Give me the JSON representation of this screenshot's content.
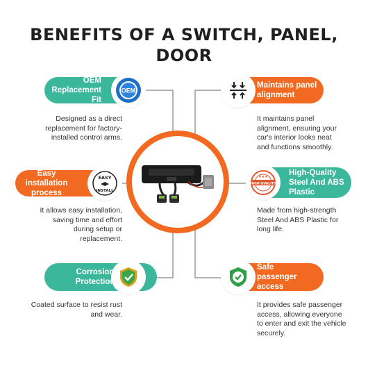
{
  "title": {
    "line1": "BENEFITS OF A SWITCH, PANEL,",
    "line2": "DOOR"
  },
  "benefits": [
    {
      "title": "OEM Replacement Fit",
      "desc": "Designed as a direct replacement for factory-installed control arms.",
      "icon": "oem-badge-icon",
      "icon_text": "OEM",
      "color": "#3bb79c"
    },
    {
      "title": "Maintains panel alignment",
      "desc": "It maintains panel alignment, ensuring your car's interior looks neat and functions smoothly.",
      "icon": "alignment-arrows-icon",
      "color": "#f26a21"
    },
    {
      "title": "Easy installation process",
      "desc": "It allows easy installation, saving time and effort during setup or replacement.",
      "icon": "easy-install-icon",
      "icon_text_top": "EASY",
      "icon_text_bottom": "INSTALL",
      "color": "#f26a21"
    },
    {
      "title": "High-Quality Steel And ABS Plastic",
      "desc": "Made from high-strength Steel And ABS Plastic for long life.",
      "icon": "high-quality-stamp-icon",
      "icon_text": "HIGH QUALITY",
      "color": "#3bb79c"
    },
    {
      "title": "Corrosion Protection",
      "desc": "Coated surface to resist rust and wear.",
      "icon": "shield-check-icon",
      "color": "#3bb79c"
    },
    {
      "title": "Safe passenger access",
      "desc": "It provides safe passenger access, allowing everyone to enter and exit the vehicle securely.",
      "icon": "check-shield-icon",
      "color": "#f26a21"
    }
  ],
  "product": {
    "icon": "switch-panel-image"
  },
  "colors": {
    "teal": "#3bb79c",
    "orange": "#f26a21",
    "title": "#1f1f1f",
    "text": "#333333"
  }
}
